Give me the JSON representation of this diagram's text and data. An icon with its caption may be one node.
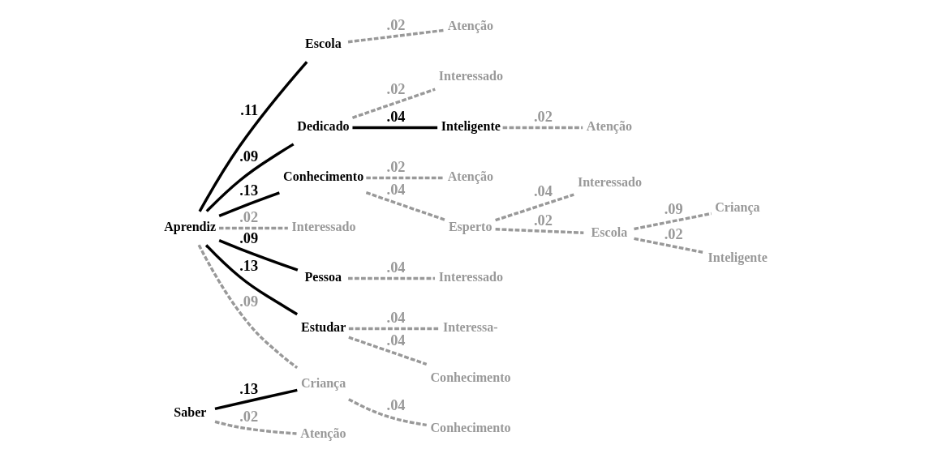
{
  "diagram": {
    "nodes": [
      {
        "text": [
          "Aprendiz"
        ]
      },
      {
        "text": [
          "Escola"
        ]
      },
      {
        "text": [
          "Atenção"
        ]
      },
      {
        "text": [
          "Dedicado"
        ]
      },
      {
        "text": [
          "Interessado"
        ]
      },
      {
        "text": [
          "Inteligente"
        ]
      },
      {
        "text": [
          "Atenção"
        ]
      },
      {
        "text": [
          "Conhecimento"
        ]
      },
      {
        "text": [
          "Atenção"
        ]
      },
      {
        "text": [
          "Esperto"
        ]
      },
      {
        "text": [
          "Interessado"
        ]
      },
      {
        "text": [
          "Escola"
        ]
      },
      {
        "text": [
          "Criança"
        ]
      },
      {
        "text": [
          "Inteligente"
        ]
      },
      {
        "text": [
          "Interessado"
        ]
      },
      {
        "text": [
          "Pessoa"
        ]
      },
      {
        "text": [
          "Interessado"
        ]
      },
      {
        "text": [
          "Estudar"
        ]
      },
      {
        "text": [
          "Interessa-"
        ]
      },
      {
        "text": [
          "Conhecimento"
        ]
      },
      {
        "text": [
          "Criança"
        ]
      },
      {
        "text": [
          "Conhecimento"
        ]
      },
      {
        "text": [
          "Saber"
        ]
      },
      {
        "text": [
          "Atenção"
        ]
      }
    ],
    "edges": [
      {
        "from": 0,
        "to": 1,
        "arrow": "none",
        "label": ".11",
        "color": "#000000"
      },
      {
        "from": 1,
        "to": 2,
        "arrow": "none",
        "label": ".02",
        "style": "dashed"
      },
      {
        "from": 0,
        "to": 3,
        "arrow": "none",
        "label": ".09",
        "color": "#000000"
      },
      {
        "from": 3,
        "to": 4,
        "arrow": "none",
        "label": ".02",
        "style": "dashed"
      },
      {
        "from": 3,
        "to": 5,
        "arrow": "none",
        "label": ".04",
        "color": "#000000"
      },
      {
        "from": 5,
        "to": 6,
        "arrow": "none",
        "label": ".02",
        "style": "dashed"
      },
      {
        "from": 0,
        "to": 7,
        "arrow": "none",
        "label": ".13",
        "color": "#000000"
      },
      {
        "from": 7,
        "to": 8,
        "arrow": "none",
        "label": ".02",
        "style": "dashed"
      },
      {
        "from": 7,
        "to": 9,
        "arrow": "none",
        "label": ".04",
        "style": "dashed"
      },
      {
        "from": 9,
        "to": 10,
        "arrow": "none",
        "label": ".04",
        "style": "dashed"
      },
      {
        "from": 9,
        "to": 11,
        "arrow": "none",
        "label": ".02",
        "style": "dashed"
      },
      {
        "from": 11,
        "to": 12,
        "arrow": "none",
        "label": ".09",
        "style": "dashed"
      },
      {
        "from": 11,
        "to": 13,
        "arrow": "none",
        "label": ".02",
        "style": "dashed"
      },
      {
        "from": 0,
        "to": 14,
        "arrow": "none",
        "label": ".02",
        "style": "dashed"
      },
      {
        "from": 0,
        "to": 15,
        "arrow": "none",
        "label": ".09",
        "color": "#000000"
      },
      {
        "from": 15,
        "to": 16,
        "arrow": "none",
        "label": ".04",
        "style": "dashed"
      },
      {
        "from": 0,
        "to": 17,
        "arrow": "none",
        "label": ".13",
        "color": "#000000"
      },
      {
        "from": 17,
        "to": 18,
        "arrow": "none",
        "label": ".04",
        "style": "dashed"
      },
      {
        "from": 17,
        "to": 19,
        "arrow": "none",
        "label": ".04",
        "style": "dashed"
      },
      {
        "from": 0,
        "to": 20,
        "arrow": "none",
        "label": ".09",
        "style": "dashed"
      },
      {
        "from": 20,
        "to": 21,
        "arrow": "none",
        "label": ".04",
        "style": "dashed"
      },
      {
        "from": 22,
        "to": 20,
        "arrow": "none",
        "label": ".13",
        "color": "#000000"
      },
      {
        "from": 22,
        "to": 23,
        "arrow": "none",
        "label": ".02",
        "style": "dashed"
      }
    ]
  }
}
